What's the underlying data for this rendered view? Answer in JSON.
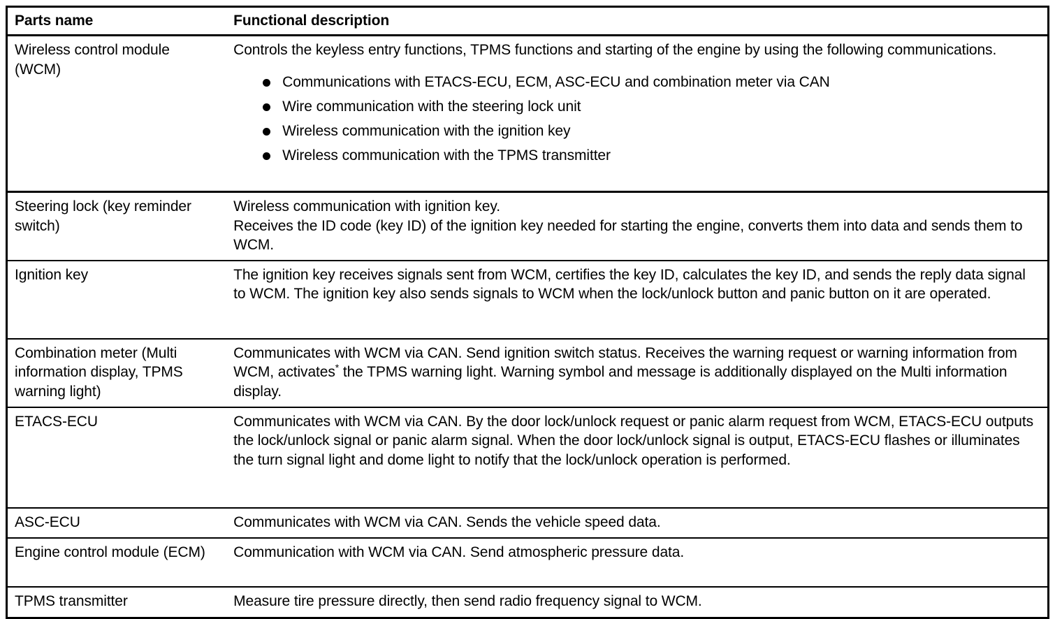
{
  "table": {
    "columns": [
      {
        "key": "parts_name",
        "header": "Parts name"
      },
      {
        "key": "functional_description",
        "header": "Functional description"
      }
    ],
    "rows": [
      {
        "parts_name": "Wireless control module (WCM)",
        "description_paragraphs": [
          "Controls the keyless entry functions, TPMS functions and starting of the engine by using the following communications."
        ],
        "bullets": [
          "Communications with ETACS-ECU, ECM, ASC-ECU and combination meter via CAN",
          "Wire communication with the steering lock unit",
          "Wireless communication with the ignition key",
          "Wireless communication with the TPMS transmitter"
        ]
      },
      {
        "parts_name": "Steering lock (key reminder switch)",
        "description_paragraphs": [
          "Wireless communication with ignition key.",
          "Receives the ID code (key ID) of the ignition key needed for starting the engine, converts them into data and sends them to WCM."
        ],
        "bullets": []
      },
      {
        "parts_name": "Ignition key",
        "description_paragraphs": [
          "The ignition key receives signals sent from WCM, certifies the key ID, calculates the key ID, and sends the reply data signal to WCM. The ignition key also sends signals to WCM when the lock/unlock button and panic button on it are operated."
        ],
        "bullets": []
      },
      {
        "parts_name": "Combination meter (Multi information display, TPMS warning light)",
        "description_segments": [
          {
            "text": "Communicates with WCM via CAN. Send ignition switch status. Receives the warning request or warning information from WCM, activates"
          },
          {
            "text": "*",
            "footnote": true
          },
          {
            "text": " the TPMS warning light. Warning symbol and message is additionally displayed on the Multi information display."
          }
        ],
        "bullets": []
      },
      {
        "parts_name": "ETACS-ECU",
        "description_paragraphs": [
          "Communicates with WCM via CAN. By the door lock/unlock request or panic alarm request from WCM, ETACS-ECU outputs the lock/unlock signal or panic alarm signal. When the door lock/unlock signal is output, ETACS-ECU flashes or illuminates the turn signal light and dome light to notify that the lock/unlock operation is performed."
        ],
        "bullets": []
      },
      {
        "parts_name": "ASC-ECU",
        "description_paragraphs": [
          "Communicates with WCM via CAN. Sends the vehicle speed data."
        ],
        "bullets": []
      },
      {
        "parts_name": "Engine control module (ECM)",
        "description_paragraphs": [
          "Communication with WCM via CAN. Send atmospheric pressure data."
        ],
        "bullets": []
      },
      {
        "parts_name": "TPMS transmitter",
        "description_paragraphs": [
          "Measure tire pressure directly, then send radio frequency signal to WCM."
        ],
        "bullets": []
      }
    ]
  }
}
